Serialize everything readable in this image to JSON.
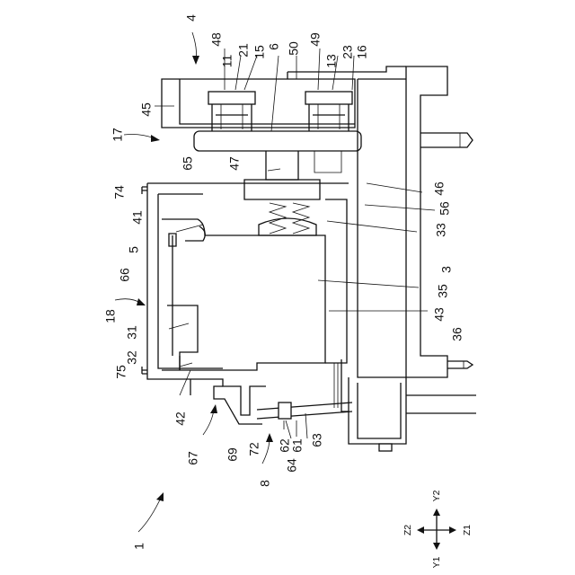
{
  "figure": {
    "reference_labels": [
      {
        "id": "l4",
        "text": "4"
      },
      {
        "id": "l48",
        "text": "48"
      },
      {
        "id": "l11",
        "text": "11"
      },
      {
        "id": "l21",
        "text": "21"
      },
      {
        "id": "l15",
        "text": "15"
      },
      {
        "id": "l6",
        "text": "6"
      },
      {
        "id": "l50",
        "text": "50"
      },
      {
        "id": "l49",
        "text": "49"
      },
      {
        "id": "l13",
        "text": "13"
      },
      {
        "id": "l23",
        "text": "23"
      },
      {
        "id": "l16",
        "text": "16"
      },
      {
        "id": "l45",
        "text": "45"
      },
      {
        "id": "l17",
        "text": "17"
      },
      {
        "id": "l65",
        "text": "65"
      },
      {
        "id": "l47",
        "text": "47"
      },
      {
        "id": "l74",
        "text": "74"
      },
      {
        "id": "l41",
        "text": "41"
      },
      {
        "id": "l46",
        "text": "46"
      },
      {
        "id": "l56",
        "text": "56"
      },
      {
        "id": "l33",
        "text": "33"
      },
      {
        "id": "l5",
        "text": "5"
      },
      {
        "id": "l66",
        "text": "66"
      },
      {
        "id": "l3",
        "text": "3"
      },
      {
        "id": "l35",
        "text": "35"
      },
      {
        "id": "l18",
        "text": "18"
      },
      {
        "id": "l43",
        "text": "43"
      },
      {
        "id": "l31",
        "text": "31"
      },
      {
        "id": "l36",
        "text": "36"
      },
      {
        "id": "l32",
        "text": "32"
      },
      {
        "id": "l75",
        "text": "75"
      },
      {
        "id": "l42",
        "text": "42"
      },
      {
        "id": "l67",
        "text": "67"
      },
      {
        "id": "l69",
        "text": "69"
      },
      {
        "id": "l72",
        "text": "72"
      },
      {
        "id": "l62",
        "text": "62"
      },
      {
        "id": "l61",
        "text": "61"
      },
      {
        "id": "l63",
        "text": "63"
      },
      {
        "id": "l64",
        "text": "64"
      },
      {
        "id": "l8",
        "text": "8"
      },
      {
        "id": "l1",
        "text": "1"
      }
    ],
    "axes": {
      "y2": "Y2",
      "y1": "Y1",
      "z1": "Z1",
      "z2": "Z2"
    }
  }
}
